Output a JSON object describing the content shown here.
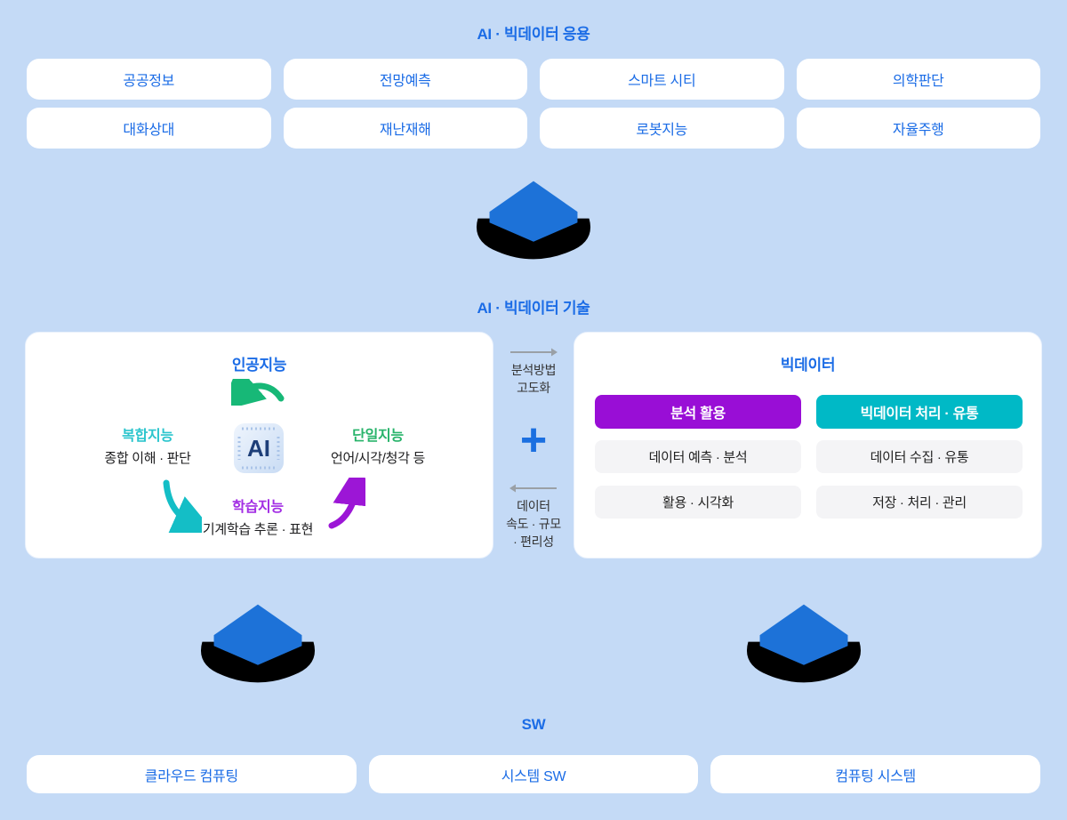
{
  "colors": {
    "background": "#c4daf6",
    "accent_blue": "#1b6ce6",
    "plus_blue": "#1b6fe0",
    "purple_header": "#990ed6",
    "teal_header": "#00b9c6",
    "complex_cyan": "#2cc5cd",
    "single_green": "#27b36a",
    "learning_violet": "#a22de4",
    "arrow_green": "#17b877",
    "arrow_teal": "#14bec6",
    "arrow_purple": "#9c16d6",
    "gray_box": "#f4f4f6",
    "chip_navy": "#1d3e78",
    "flow_arrow_blue": "#1d72d8",
    "flow_arrow_black": "#000000"
  },
  "sections": {
    "applications": {
      "title": "AI · 빅데이터 응용",
      "items": [
        "공공정보",
        "전망예측",
        "스마트 시티",
        "의학판단",
        "대화상대",
        "재난재해",
        "로봇지능",
        "자율주행"
      ]
    },
    "technology": {
      "title": "AI · 빅데이터 기술",
      "ai_card": {
        "title": "인공지능",
        "chip_label": "AI",
        "complex": {
          "label": "복합지능",
          "desc": "종합 이해 · 판단"
        },
        "single": {
          "label": "단일지능",
          "desc": "언어/시각/청각 등"
        },
        "learning": {
          "label": "학습지능",
          "desc": "기계학습 추론 · 표현"
        }
      },
      "middle": {
        "top_line1": "분석방법",
        "top_line2": "고도화",
        "plus": "+",
        "bottom_line1": "데이터",
        "bottom_line2": "속도 · 규모",
        "bottom_line3": "· 편리성"
      },
      "bigdata_card": {
        "title": "빅데이터",
        "columns": [
          {
            "header": "분석 활용",
            "items": [
              "데이터 예측 · 분석",
              "활용 · 시각화"
            ]
          },
          {
            "header": "빅데이터 처리 · 유통",
            "items": [
              "데이터 수집 · 유통",
              "저장 · 처리 · 관리"
            ]
          }
        ]
      }
    },
    "sw": {
      "title": "SW",
      "items": [
        "클라우드 컴퓨팅",
        "시스템 SW",
        "컴퓨팅 시스템"
      ]
    }
  }
}
